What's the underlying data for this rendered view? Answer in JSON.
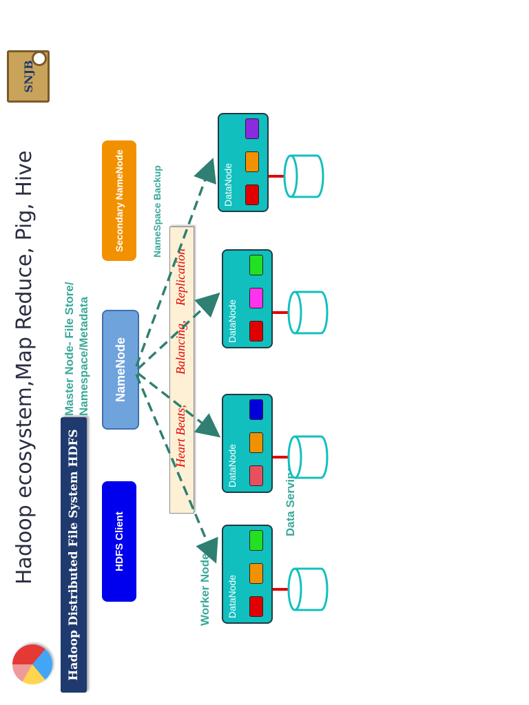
{
  "title": "Hadoop ecosystem,Map Reduce, Pig, Hive",
  "banner": "Hadoop Distributed File System HDFS",
  "hdfs_client": "HDFS Client",
  "namenode": "NameNode",
  "secondary_namenode": "Secondary NameNode",
  "master_label_line1": "Master Node- File Store/",
  "master_label_line2": "Namespace/Metadata",
  "namespace_backup": "NameSpace Backup",
  "worker_node": "Worker Node",
  "data_serving": "Data Serving",
  "bus_labels": {
    "heart": "Heart Beats,",
    "balance": "Balancing,",
    "replication": "Replication"
  },
  "logo_text": "SNJB",
  "datanodes": [
    {
      "label": "DataNode",
      "blocks": [
        "#e00000",
        "#f29100",
        "#22e022"
      ]
    },
    {
      "label": "DataNode",
      "blocks": [
        "#e85060",
        "#f29100",
        "#0000dd"
      ]
    },
    {
      "label": "DataNode",
      "blocks": [
        "#e00000",
        "#ff33ee",
        "#22e022"
      ]
    },
    {
      "label": "DataNode",
      "blocks": [
        "#e00000",
        "#f29100",
        "#8a2be2"
      ]
    }
  ],
  "colors": {
    "accent_teal": "#11bfbf",
    "label_teal": "#3aa99a",
    "arrow_teal": "#2f7f72",
    "link_red": "#e00000",
    "banner_navy": "#1f3a6e"
  },
  "icons": [
    "pie-chart-icon",
    "snjb-logo",
    "disk-icon"
  ]
}
